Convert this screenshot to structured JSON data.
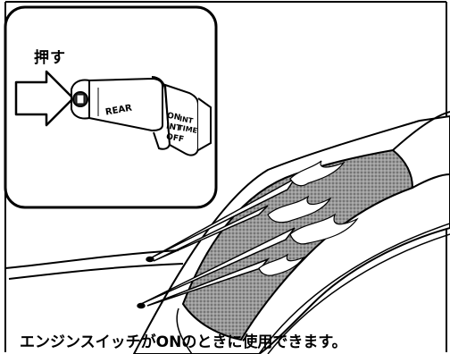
{
  "inset": {
    "action_label": "押す",
    "knob_label": "REAR",
    "ring_positions": [
      "ON",
      "INT",
      "OFF"
    ],
    "outer_ring_label": "INT TIME"
  },
  "caption": "エンジンスイッチがONのときに使用できます。"
}
